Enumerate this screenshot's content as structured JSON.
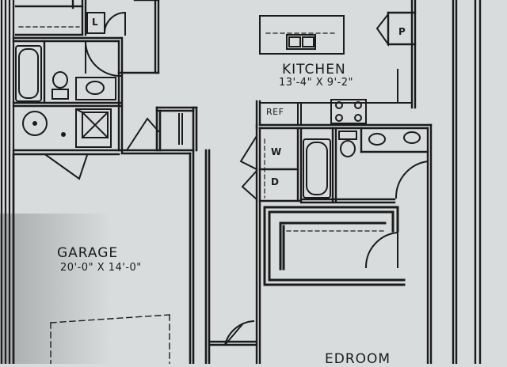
{
  "rooms": {
    "kitchen": {
      "name": "KITCHEN",
      "dims": "13'-4\" X 9'-2\""
    },
    "garage": {
      "name": "GARAGE",
      "dims": "20'-0\" X 14'-0\""
    },
    "bedroom": {
      "name_partial": "EDROOM"
    }
  },
  "fixtures": {
    "ref": "REF",
    "washer": "W",
    "dryer": "D",
    "pantry": "P",
    "linen": "L"
  },
  "colors": {
    "paper": "#d9dcdd",
    "ink": "#1b1b1b"
  }
}
